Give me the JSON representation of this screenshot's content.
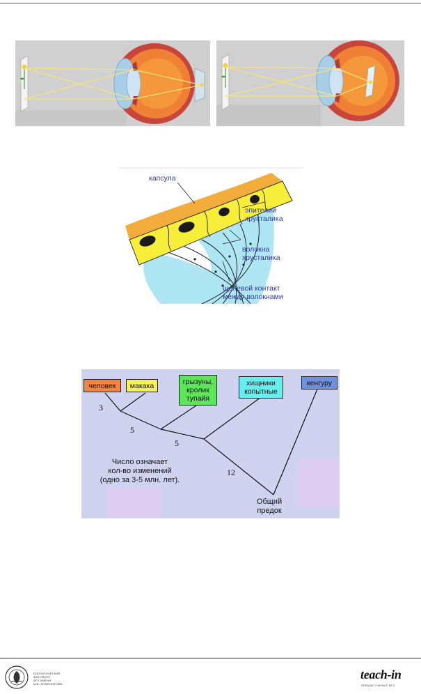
{
  "lens_labels": {
    "capsule": "капсула",
    "epithelium_1": "эпителий",
    "epithelium_2": "хрусталика",
    "fibers_1": "волокна",
    "fibers_2": "хрусталика",
    "gap_1": "щелевой контакт",
    "gap_2": "между волокнами"
  },
  "tree": {
    "nodes": {
      "human": "человек",
      "macaque": "макака",
      "rodents_1": "грызуны,",
      "rodents_2": "кролик",
      "rodents_3": "тупайя",
      "carnivores_1": "хищники",
      "carnivores_2": "копытные",
      "kangaroo": "кенгуру"
    },
    "edge_numbers": {
      "a": "3",
      "b": "5",
      "c": "5",
      "d": "12"
    },
    "note_1": "Число означает",
    "note_2": "кол-во изменений",
    "note_3": "(одно за 3-5 млн. лет).",
    "ancestor_1": "Общий",
    "ancestor_2": "предок",
    "colors": {
      "human": "#f2843f",
      "macaque": "#f6f05a",
      "rodents": "#5ee65a",
      "carnivores": "#66efee",
      "kangaroo": "#6f8fe0",
      "panel": "#cfd3ef"
    }
  },
  "footer": {
    "msu_1": "БИОЛОГИЧЕСКИЙ",
    "msu_2": "ФАКУЛЬТЕТ",
    "msu_3": "МГУ ИМЕНИ",
    "msu_4": "М.В. ЛОМОНОСОВА",
    "teach": "teach-in",
    "teach_tag": "ЛЕКЦИИ УЧЕНЫХ МГУ"
  }
}
